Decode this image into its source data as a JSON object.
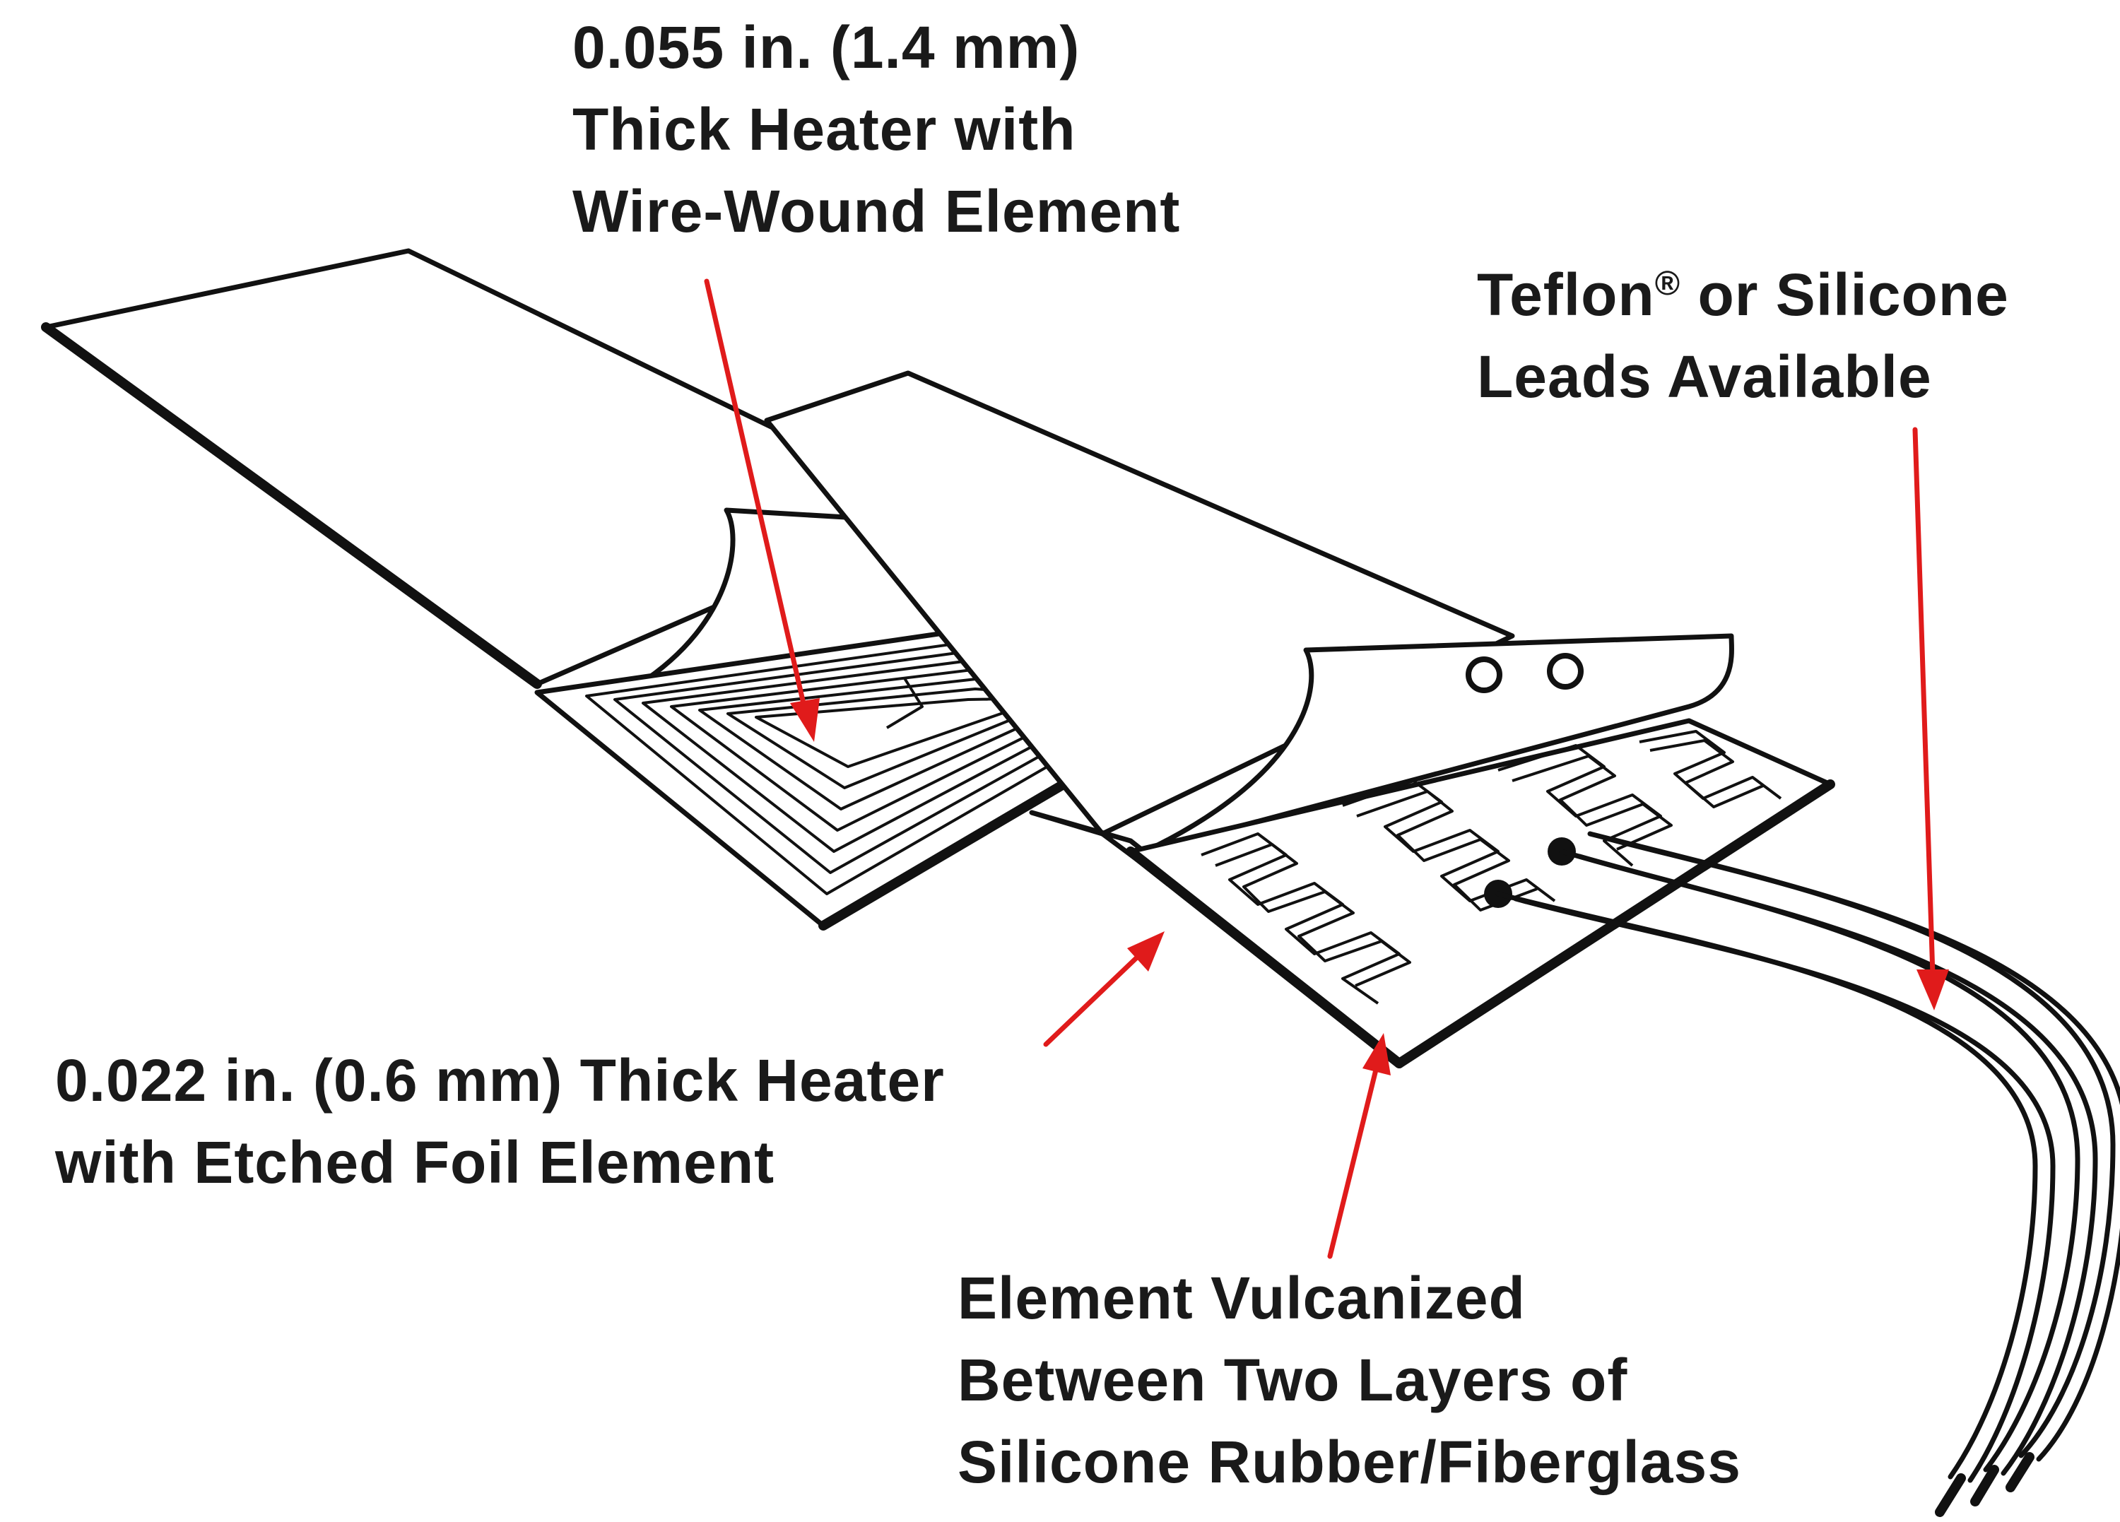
{
  "labels": {
    "wire_wound": {
      "line1": "0.055 in. (1.4 mm)",
      "line2": "Thick Heater with",
      "line3": "Wire-Wound Element"
    },
    "leads": {
      "line1_main": "Teflon",
      "line1_sup": "®",
      "line1_rest": " or Silicone",
      "line2": "Leads Available"
    },
    "etched_foil": {
      "line1": "0.022 in. (0.6 mm) Thick Heater",
      "line2": "with Etched Foil Element"
    },
    "vulcanized": {
      "line1": "Element Vulcanized",
      "line2": "Between Two Layers of",
      "line3": "Silicone Rubber/Fiberglass"
    }
  },
  "colors": {
    "arrow": "#e01b1b",
    "ink": "#111111",
    "text": "#1a1a1a",
    "background": "#ffffff"
  }
}
